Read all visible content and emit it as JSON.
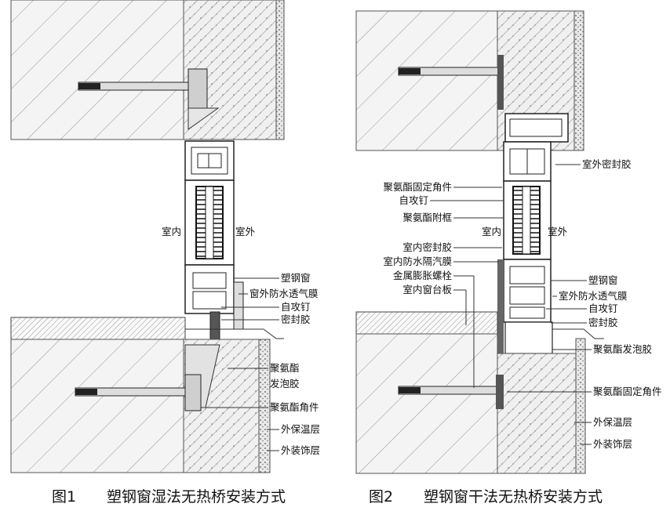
{
  "figure1": {
    "caption_num": "图1",
    "caption_text": "塑钢窗湿法无热桥安装方式",
    "indoor": "室内",
    "outdoor": "室外",
    "labels": [
      "塑钢窗",
      "窗外防水透气膜",
      "自攻钉",
      "密封胶",
      "聚氨酯",
      "发泡胶",
      "聚氨酯角件",
      "外保温层",
      "外装饰层"
    ]
  },
  "figure2": {
    "caption_num": "图2",
    "caption_text": "塑钢窗干法无热桥安装方式",
    "indoor": "室内",
    "outdoor": "室外",
    "labels_left": [
      "聚氨酯固定角件",
      "自攻钉",
      "聚氨酯附框",
      "室内密封胶",
      "室内防水隔汽膜",
      "金属膨胀螺栓",
      "室内窗台板"
    ],
    "labels_right": [
      "室外密封胶",
      "塑钢窗",
      "室外防水透气膜",
      "自攻钉",
      "密封胶",
      "聚氨酯发泡胶",
      "聚氨酯固定角件",
      "外保温层",
      "外装饰层"
    ]
  }
}
